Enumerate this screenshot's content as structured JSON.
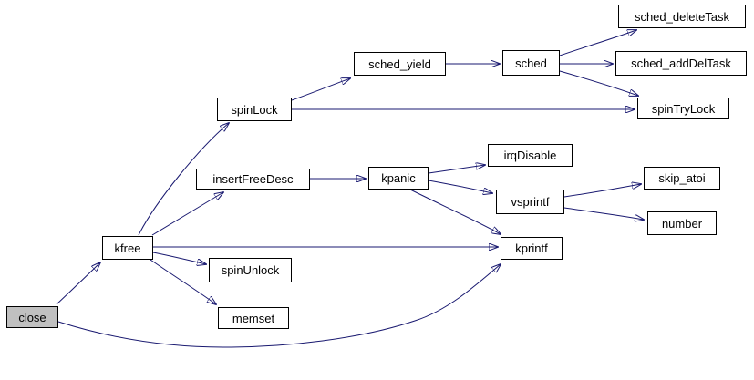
{
  "diagram": {
    "type": "call-graph",
    "colors": {
      "background": "#ffffff",
      "edge": "#191970",
      "node_border": "#000000",
      "node_fill": "#ffffff",
      "highlight_node_fill": "#c0c0c0",
      "text": "#000000"
    },
    "nodes": {
      "close": {
        "label": "close",
        "highlighted": true
      },
      "kfree": {
        "label": "kfree"
      },
      "spinLock": {
        "label": "spinLock"
      },
      "sched_yield": {
        "label": "sched_yield"
      },
      "sched": {
        "label": "sched"
      },
      "sched_deleteTask": {
        "label": "sched_deleteTask"
      },
      "sched_addDelTask": {
        "label": "sched_addDelTask"
      },
      "spinTryLock": {
        "label": "spinTryLock"
      },
      "insertFreeDesc": {
        "label": "insertFreeDesc"
      },
      "kpanic": {
        "label": "kpanic"
      },
      "irqDisable": {
        "label": "irqDisable"
      },
      "vsprintf": {
        "label": "vsprintf"
      },
      "skip_atoi": {
        "label": "skip_atoi"
      },
      "number": {
        "label": "number"
      },
      "kprintf": {
        "label": "kprintf"
      },
      "spinUnlock": {
        "label": "spinUnlock"
      },
      "memset": {
        "label": "memset"
      }
    },
    "edges": [
      {
        "from": "close",
        "to": "kfree"
      },
      {
        "from": "close",
        "to": "kprintf"
      },
      {
        "from": "kfree",
        "to": "spinLock"
      },
      {
        "from": "kfree",
        "to": "insertFreeDesc"
      },
      {
        "from": "kfree",
        "to": "kprintf"
      },
      {
        "from": "kfree",
        "to": "spinUnlock"
      },
      {
        "from": "kfree",
        "to": "memset"
      },
      {
        "from": "spinLock",
        "to": "sched_yield"
      },
      {
        "from": "spinLock",
        "to": "spinTryLock"
      },
      {
        "from": "sched_yield",
        "to": "sched"
      },
      {
        "from": "sched",
        "to": "sched_deleteTask"
      },
      {
        "from": "sched",
        "to": "sched_addDelTask"
      },
      {
        "from": "sched",
        "to": "spinTryLock"
      },
      {
        "from": "insertFreeDesc",
        "to": "kpanic"
      },
      {
        "from": "kpanic",
        "to": "irqDisable"
      },
      {
        "from": "kpanic",
        "to": "vsprintf"
      },
      {
        "from": "kpanic",
        "to": "kprintf"
      },
      {
        "from": "vsprintf",
        "to": "skip_atoi"
      },
      {
        "from": "vsprintf",
        "to": "number"
      }
    ]
  }
}
